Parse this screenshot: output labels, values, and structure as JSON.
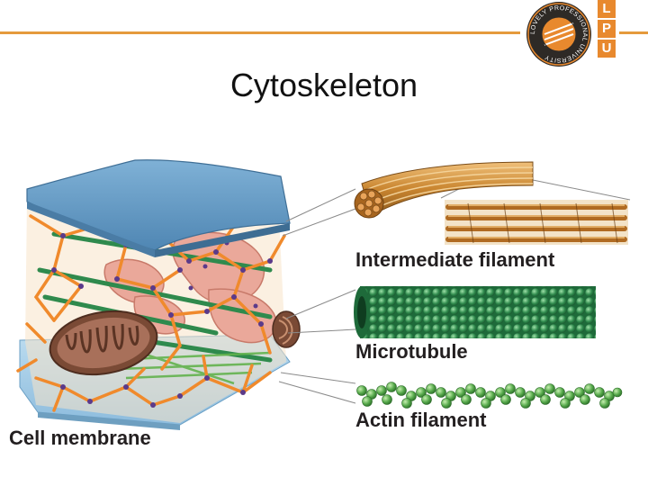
{
  "slide": {
    "title": "Cytoskeleton",
    "logo": {
      "letters": [
        "L",
        "P",
        "U"
      ],
      "seal_text": "LOVELY PROFESSIONAL UNIVERSITY",
      "colors": {
        "orange": "#e8892e",
        "rule": "#e59a3c",
        "seal_dark": "#2e2a26"
      }
    }
  },
  "figure": {
    "labels": {
      "intermediate_filament": "Intermediate filament",
      "microtubule": "Microtubule",
      "actin_filament": "Actin filament",
      "cell_membrane": "Cell membrane"
    },
    "colors": {
      "membrane_top": "#5f98c2",
      "membrane_bottom": "#9cc8e6",
      "network_orange": "#f08a2c",
      "microtubule_green": "#2f8a4d",
      "actin_green": "#55a84a",
      "mitochondrion": "#7a4a35",
      "er_pink": "#e8a898",
      "filament_gold": "#c9852f"
    }
  }
}
